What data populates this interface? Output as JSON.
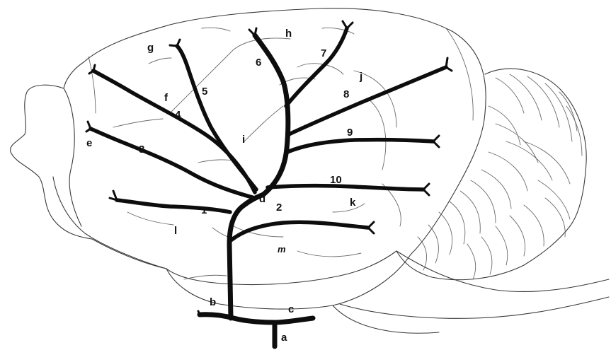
{
  "labels": {
    "a": "a",
    "b": "b",
    "c": "c",
    "d": "d",
    "e": "e",
    "f": "f",
    "g": "g",
    "h": "h",
    "i": "i",
    "j": "j",
    "k": "k",
    "l": "l",
    "m": "m",
    "n1": "1",
    "n2": "2",
    "n3": "3",
    "n4": "4",
    "n5": "5",
    "n6": "6",
    "n7": "7",
    "n8": "8",
    "n9": "9",
    "n10": "10"
  }
}
